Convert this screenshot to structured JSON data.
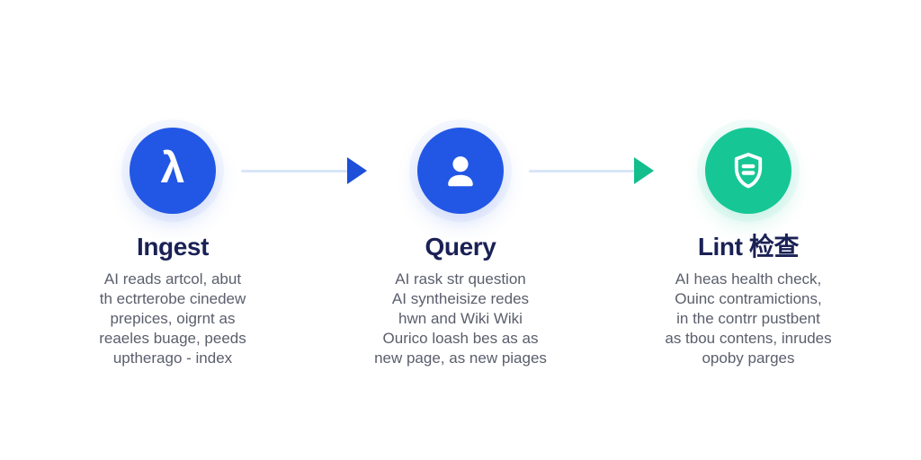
{
  "diagram": {
    "steps": [
      {
        "id": "ingest",
        "icon": "lambda-icon",
        "icon_glyph": "λ",
        "circle_color": "#2257E5",
        "title": "Ingest",
        "description_lines": [
          "AI reads artcol, abut",
          "th ectrterobe cinedew",
          "prepices, oigrnt as",
          "reaeles buage, peeds",
          "uptherago - index"
        ]
      },
      {
        "id": "query",
        "icon": "user-icon",
        "circle_color": "#2257E5",
        "title": "Query",
        "description_lines": [
          "AI rask str question",
          "AI syntheisize redes",
          "hwn and Wiki Wiki",
          "Ourico loash bes as as",
          "new page, as new piages"
        ]
      },
      {
        "id": "lint",
        "icon": "shield-icon",
        "circle_color": "#16C795",
        "title": "Lint 检查",
        "description_lines": [
          "AI heas health check,",
          "Ouinc contramictions,",
          "in the contrr pustbent",
          "as tbou contens, inrudes",
          "opoby parges"
        ]
      }
    ],
    "arrows": [
      {
        "line_color": "#D9E6F8",
        "head_color": "#1D4FD8"
      },
      {
        "line_color": "#D9E6F8",
        "head_color": "#12BE8C"
      }
    ],
    "colors": {
      "title_text": "#1A2155",
      "body_text": "#5B5E6C",
      "background": "#FFFFFF"
    }
  }
}
